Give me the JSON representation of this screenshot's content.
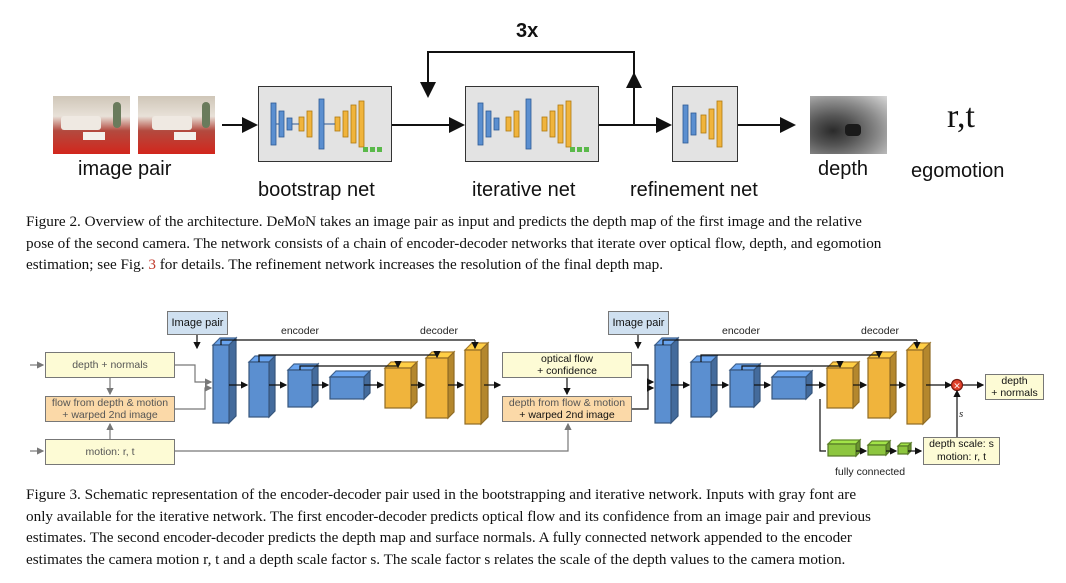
{
  "figure2": {
    "loop_label": "3x",
    "image_pair_label": "image pair",
    "bootstrap_label": "bootstrap net",
    "iterative_label": "iterative net",
    "refinement_label": "refinement net",
    "depth_label": "depth",
    "egomotion_symbol": "r,t",
    "egomotion_label": "egomotion",
    "caption_1": "Figure 2. Overview of the architecture. DeMoN takes an image pair as input and predicts the depth map of the first image and the relative",
    "caption_2": "pose of the second camera. The network consists of a chain of encoder-decoder networks that iterate over optical flow, depth, and egomotion",
    "caption_3a": "estimation; see Fig. ",
    "caption_3ref": "3",
    "caption_3b": " for details. The refinement network increases the resolution of the final depth map."
  },
  "figure3": {
    "image_pair_1": "Image pair",
    "image_pair_2": "Image pair",
    "encoder_1": "encoder",
    "decoder_1": "decoder",
    "encoder_2": "encoder",
    "decoder_2": "decoder",
    "in_depth_normals": "depth + normals",
    "in_flow_depth_1": "flow from depth & motion",
    "in_flow_depth_2": "+ warped 2nd image",
    "in_motion": "motion: r, t",
    "mid_optical_flow_1": "optical flow",
    "mid_optical_flow_2": "+ confidence",
    "mid_flow_depth_1": "depth from flow & motion",
    "mid_flow_depth_2": "+ warped 2nd image",
    "out_depth_1": "depth",
    "out_depth_2": "+ normals",
    "out_scale_1": "depth scale: s",
    "out_scale_2": "motion: r, t",
    "s_label": "s",
    "fully_connected": "fully connected",
    "caption_1": "Figure 3. Schematic representation of the encoder-decoder pair used in the bootstrapping and iterative network. Inputs with gray font are",
    "caption_2": "only available for the iterative network. The first encoder-decoder predicts optical flow and its confidence from an image pair and previous",
    "caption_3": "estimates. The second encoder-decoder predicts the depth map and surface normals. A fully connected network appended to the encoder",
    "caption_4": "estimates the camera motion r, t and a depth scale factor s. The scale factor s relates the scale of the depth values to the camera motion."
  },
  "colors": {
    "encoder_blue": "#5b8fd0",
    "decoder_orange": "#f0b43c",
    "fc_green": "#8dc63f",
    "multiply_red": "#e0412a"
  }
}
